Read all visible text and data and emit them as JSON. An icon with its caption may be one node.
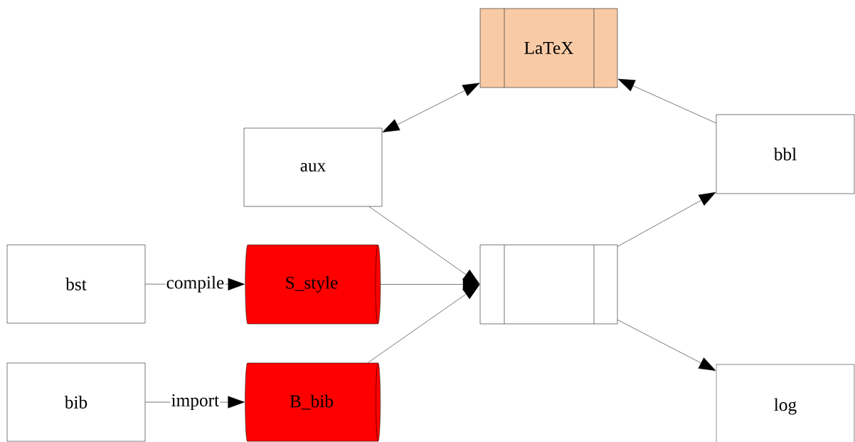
{
  "diagram": {
    "nodes": [
      {
        "text": [
          "LaTeX"
        ]
      },
      {
        "text": [
          "aux"
        ]
      },
      {
        "text": [
          "bbl"
        ]
      },
      {
        "text": [
          "bst"
        ]
      },
      {
        "text": [
          "S_style"
        ]
      },
      {
        "text": [],
        "shape": "box"
      },
      {
        "text": [
          "bib"
        ]
      },
      {
        "text": [
          "B_bib"
        ]
      },
      {
        "text": [
          "log"
        ]
      }
    ],
    "edges": [
      {
        "from": 0,
        "to": 1,
        "arrow": "both"
      },
      {
        "from": 2,
        "to": 0,
        "arrow": "to"
      },
      {
        "from": 1,
        "to": 5,
        "arrow": "to"
      },
      {
        "from": 4,
        "to": 5,
        "arrow": "to"
      },
      {
        "from": 7,
        "to": 5,
        "arrow": "to"
      },
      {
        "from": 5,
        "to": 2,
        "arrow": "to"
      },
      {
        "from": 5,
        "to": 8,
        "arrow": "to"
      },
      {
        "from": 3,
        "to": 4,
        "label": "compile",
        "arrow": "to"
      },
      {
        "from": 6,
        "to": 7,
        "label": "import",
        "arrow": "to"
      }
    ]
  }
}
